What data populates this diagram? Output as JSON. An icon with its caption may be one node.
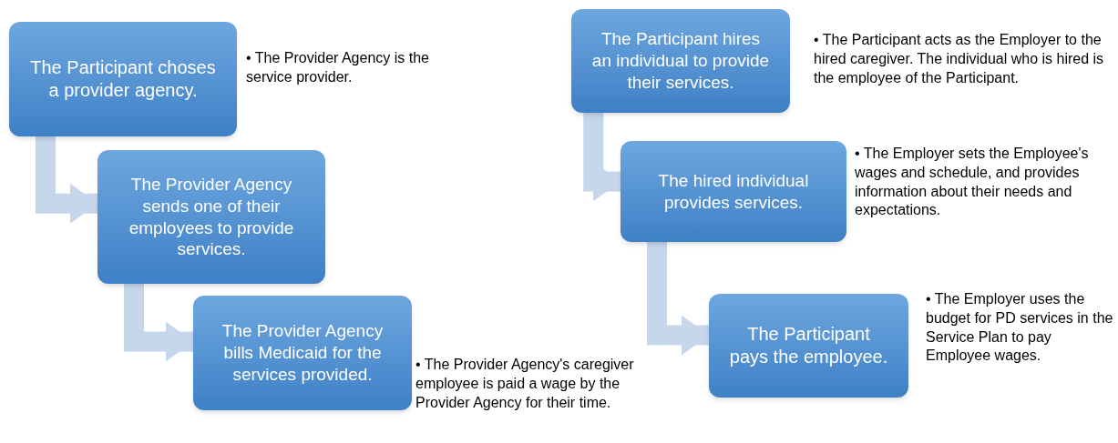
{
  "diagram": {
    "nodes": [
      {
        "text": [
          "The Participant choses a provider agency."
        ],
        "beside": [
          "• The Provider Agency is the service provider."
        ]
      },
      {
        "text": [
          "The Provider Agency sends one of their employees to provide services."
        ]
      },
      {
        "text": [
          "The Provider Agency bills Medicaid for the services provided."
        ],
        "beside": [
          "• The Provider Agency's caregiver employee is paid a wage by the Provider Agency for their time."
        ]
      },
      {
        "text": [
          "The Participant hires an individual to provide their services."
        ],
        "beside": [
          "• The Participant acts as the Employer to the hired caregiver. The individual who is hired is the employee of the Participant."
        ]
      },
      {
        "text": [
          "The hired individual provides services."
        ],
        "beside": [
          "• The Employer sets the Employee's wages and schedule, and provides information about their needs and expectations."
        ]
      },
      {
        "text": [
          "The Participant pays the employee."
        ],
        "beside": [
          "• The Employer uses the budget for PD services in the Service Plan to pay Employee wages."
        ]
      }
    ],
    "edges": [
      {
        "from": 0,
        "to": 1,
        "arrow": "to"
      },
      {
        "from": 1,
        "to": 2,
        "arrow": "to"
      },
      {
        "from": 3,
        "to": 4,
        "arrow": "to"
      },
      {
        "from": 4,
        "to": 5,
        "arrow": "to"
      }
    ]
  }
}
